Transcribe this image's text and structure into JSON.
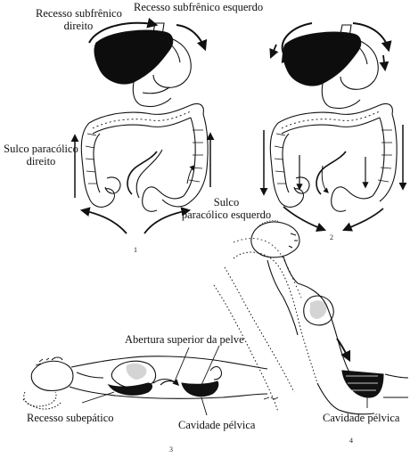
{
  "labels": {
    "right_subphrenic_line1": "Recesso subfrênico",
    "right_subphrenic_line2": "direito",
    "left_subphrenic": "Recesso subfrênico esquerdo",
    "right_paracolic_line1": "Sulco paracólico",
    "right_paracolic_line2": "direito",
    "left_paracolic_line1": "Sulco",
    "left_paracolic_line2": "paracólico esquerdo",
    "pelvic_inlet": "Abertura superior da pelve",
    "subhepatic": "Recesso subepático",
    "pelvic_cavity_supine": "Cavidade pélvica",
    "pelvic_cavity_sitting": "Cavidade pélvica"
  },
  "panel_numbers": [
    "1",
    "2",
    "3",
    "4"
  ],
  "colors": {
    "ink": "#111111",
    "liver": "#0d0d0d",
    "fluid": "#111111",
    "paper": "#ffffff"
  }
}
